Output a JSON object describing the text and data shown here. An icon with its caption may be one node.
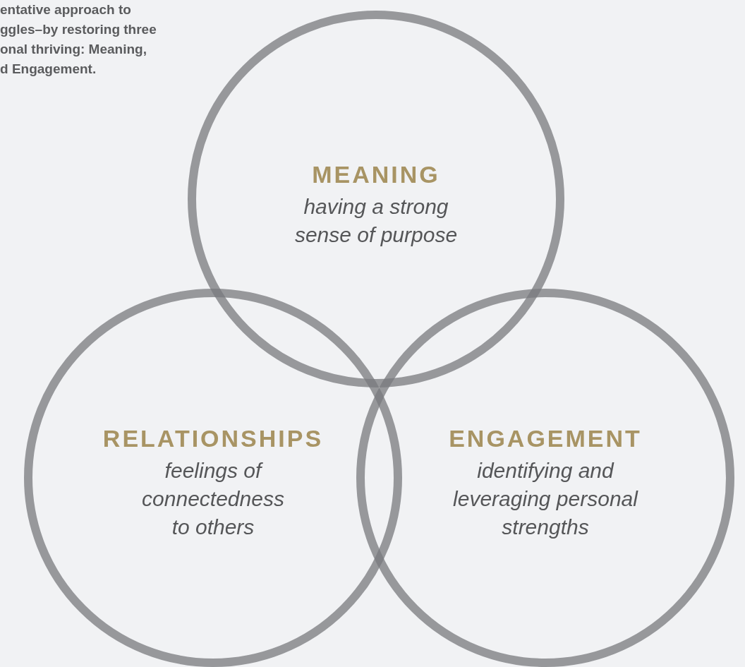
{
  "diagram": {
    "nodes": [
      {
        "text": [
          "MEANING",
          "having a strong sense of purpose"
        ]
      },
      {
        "text": [
          "RELATIONSHIPS",
          "feelings of connectedness to others"
        ]
      },
      {
        "text": [
          "ENGAGEMENT",
          "identifying and leveraging personal strengths"
        ]
      }
    ],
    "labels": [
      "entative approach to",
      "ggles–by restoring three",
      "onal thriving: Meaning,",
      "d Engagement."
    ]
  }
}
